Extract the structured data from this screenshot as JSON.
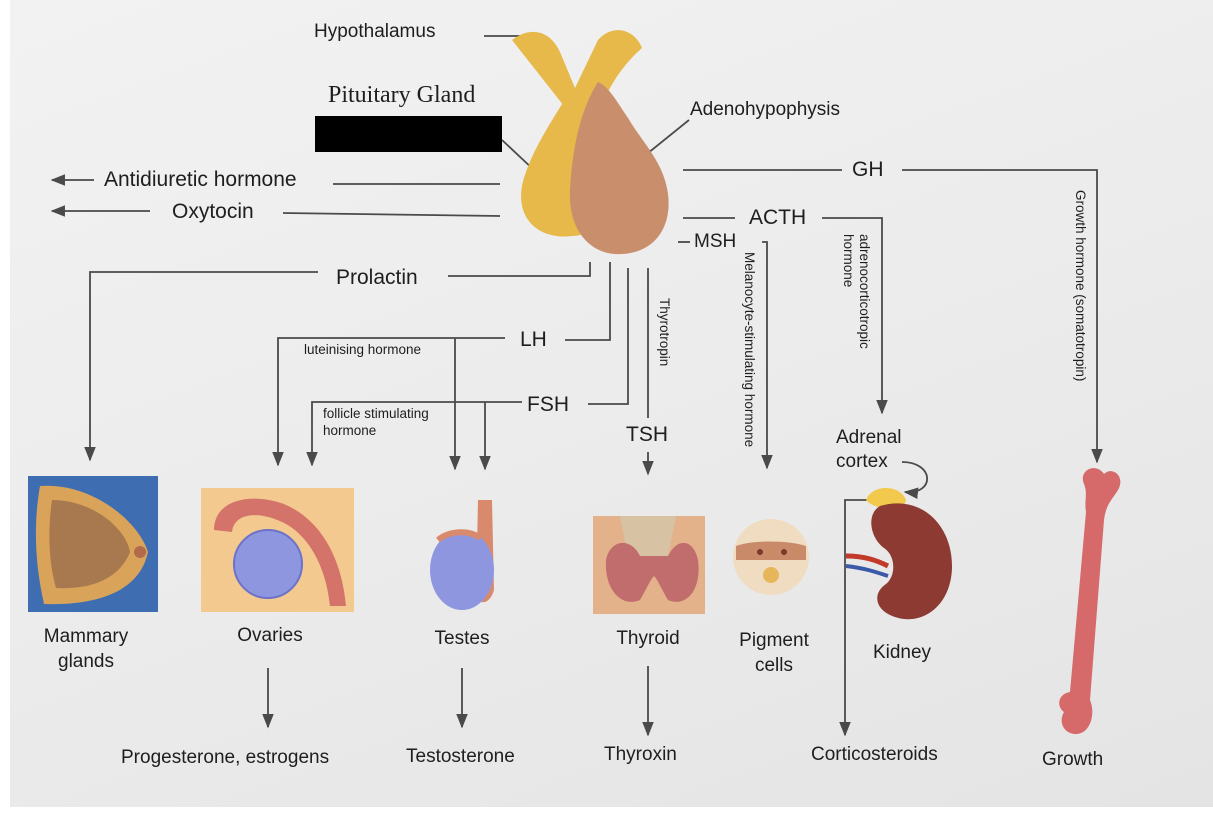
{
  "labels": {
    "hypothalamus": "Hypothalamus",
    "pituitary_gland": "Pituitary Gland",
    "adenohypophysis": "Adenohypophysis",
    "antidiuretic": "Antidiuretic hormone",
    "oxytocin": "Oxytocin",
    "prolactin": "Prolactin",
    "lh": "LH",
    "lh_full": "luteinising hormone",
    "fsh": "FSH",
    "fsh_full_1": "follicle stimulating",
    "fsh_full_2": "hormone",
    "thyrotropin": "Thyrotropin",
    "tsh": "TSH",
    "msh": "MSH",
    "msh_full": "Melanocyte-stimulating hormone",
    "acth": "ACTH",
    "acth_full_1": "adrenocorticotropic",
    "acth_full_2": "hormone",
    "gh": "GH",
    "gh_full": "Growth hormone (somatotropin)",
    "adrenal_cortex_1": "Adrenal",
    "adrenal_cortex_2": "cortex"
  },
  "targets": {
    "mammary_1": "Mammary",
    "mammary_2": "glands",
    "ovaries": "Ovaries",
    "testes": "Testes",
    "thyroid": "Thyroid",
    "pigment_1": "Pigment",
    "pigment_2": "cells",
    "kidney": "Kidney"
  },
  "outputs": {
    "ovaries": "Progesterone, estrogens",
    "testes": "Testosterone",
    "thyroid": "Thyroxin",
    "adrenal": "Corticosteroids",
    "bone": "Growth"
  },
  "colors": {
    "posterior_lobe": "#e6b94a",
    "anterior_lobe": "#c98f6c",
    "line": "#4a4a4a",
    "redaction": "#000000"
  }
}
